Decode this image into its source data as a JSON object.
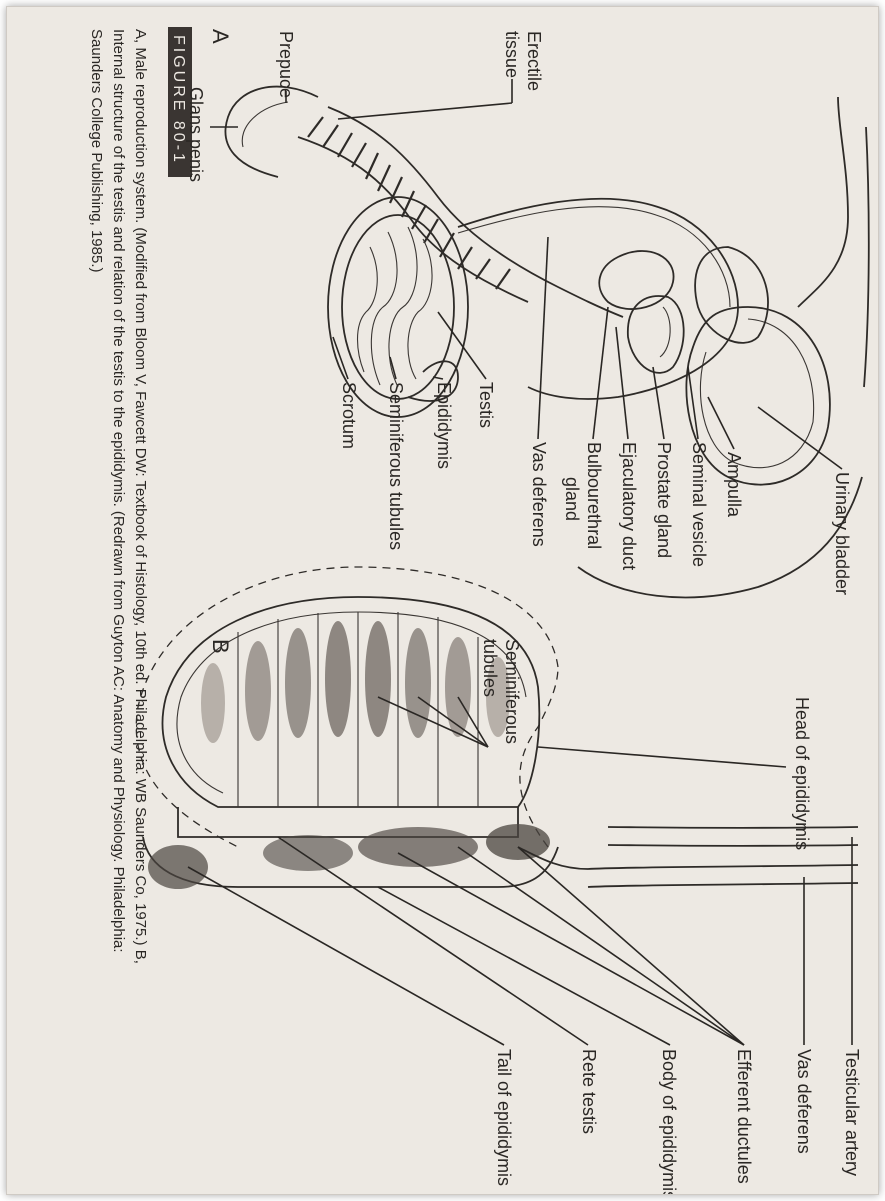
{
  "figure": {
    "badge": "FIGURE 80-1",
    "panel_a_letter": "A",
    "panel_b_letter": "B",
    "caption_lines": [
      "A, Male reproduction system. (Modified from Bloom V, Fawcett DW: Textbook of Histology, 10th ed. Philadelphia: WB Saunders Co, 1975.) B,",
      "Internal structure of the testis and relation of the testis to the epididymis. (Redrawn from Guyton AC: Anatomy and Physiology. Philadelphia:",
      "Saunders College Publishing, 1985.)"
    ]
  },
  "panel_a_labels": {
    "erectile_line1": "Erectile",
    "erectile_line2": "tissue",
    "prepuce": "Prepuce",
    "glans": "Glans penis",
    "urinary_bladder": "Urinary bladder",
    "ampulla": "Ampulla",
    "seminal_vesicle": "Seminal vesicle",
    "prostate": "Prostate gland",
    "ejaculatory_duct": "Ejaculatory duct",
    "bulbourethral_line1": "Bulbourethral",
    "bulbourethral_line2": "gland",
    "vas_deferens": "Vas deferens",
    "testis": "Testis",
    "epididymis": "Epididymis",
    "seminiferous_tubules": "Seminiferous tubules",
    "scrotum": "Scrotum"
  },
  "panel_b_labels": {
    "head_epididymis": "Head of epididymis",
    "seminiferous_line1": "Seminiferous",
    "seminiferous_line2": "tubules",
    "testicular_artery": "Testicular artery",
    "vas_deferens": "Vas deferens",
    "efferent_ductules": "Efferent ductules",
    "body_epididymis": "Body of epididymis",
    "rete_testis": "Rete testis",
    "tail_epididymis": "Tail of epididymis"
  },
  "colors": {
    "paper": "#ede9e3",
    "ink": "#2a2724",
    "badge_bg": "#3a3532",
    "badge_text": "#ede9e3"
  }
}
